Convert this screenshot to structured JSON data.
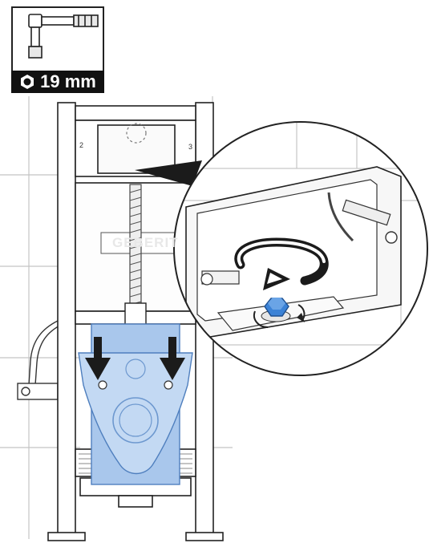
{
  "tool": {
    "icon": "torque-wrench-icon",
    "size_label": "19 mm",
    "size_icon": "hex-nut-icon"
  },
  "frame": {
    "brand_text": "GEBERIT",
    "mark_left": "2",
    "mark_right": "3"
  },
  "colors": {
    "bracket_blue": "#aac8ec",
    "bracket_blue_dark": "#5d8fd0",
    "nut_blue": "#3b82d6",
    "arrow_dark": "#1b1b1b",
    "line": "#222222",
    "grid": "#bdbdbd"
  }
}
